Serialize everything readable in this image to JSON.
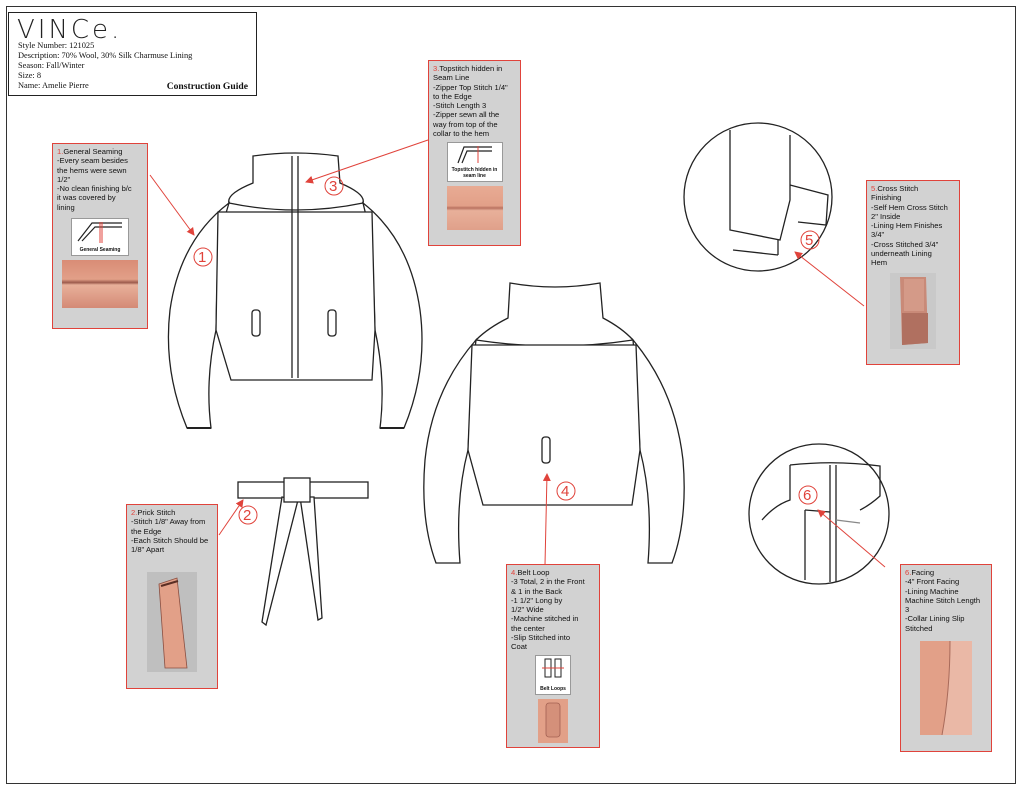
{
  "header": {
    "brand": "VINCe.",
    "style_number": "Style Number: 121025",
    "description": "Description: 70% Wool, 30% Silk Charmuse Lining",
    "season": "Season: Fall/Winter",
    "size": "Size: 8",
    "name": "Name: Amelie Pierre",
    "guide_title": "Construction Guide"
  },
  "markers": [
    "1",
    "2",
    "3",
    "4",
    "5",
    "6"
  ],
  "callouts": [
    {
      "num": "1.",
      "title": "General Seaming",
      "body": "-Every seam besides\nthe hems were sewn\n1/2\"\n-No clean finishing b/c\nit was covered by\nlining",
      "icon_label": "General Seaming"
    },
    {
      "num": "2.",
      "title": "Prick Stitch",
      "body": "-Stitch 1/8\" Away from\nthe Edge\n-Each Stitch Should be\n1/8\" Apart"
    },
    {
      "num": "3.",
      "title": "Topstitch hidden in\nSeam Line",
      "body": "-Zipper Top Stitch 1/4\"\nto the Edge\n-Stitch Length 3\n-Zipper sewn all the\nway from top of the\ncollar to the hem",
      "icon_label": "Topstitch hidden in\nseam line"
    },
    {
      "num": "4.",
      "title": "Belt Loop",
      "body": "-3 Total, 2 in the Front\n& 1 in the Back\n-1 1/2\" Long by\n1/2\" Wide\n-Machine stitched in\nthe center\n-Slip Stitched into\nCoat",
      "icon_label": "Belt Loops"
    },
    {
      "num": "5.",
      "title": "Cross Stitch\nFinishing",
      "body": "-Self Hem Cross Stitch\n2\" Inside\n-Lining Hem Finishes\n3/4\"\n-Cross Stitched 3/4\"\nunderneath Lining\nHem"
    },
    {
      "num": "6.",
      "title": "Facing",
      "body": "-4\" Front Facing\n-Lining Machine\nMachine Stitch Length\n3\n-Collar Lining Slip\nStitched"
    }
  ],
  "colors": {
    "accent_red": "#e0433b",
    "panel_gray": "#d2d2d2",
    "fabric_pink": "#e2a088",
    "line": "#222222"
  }
}
